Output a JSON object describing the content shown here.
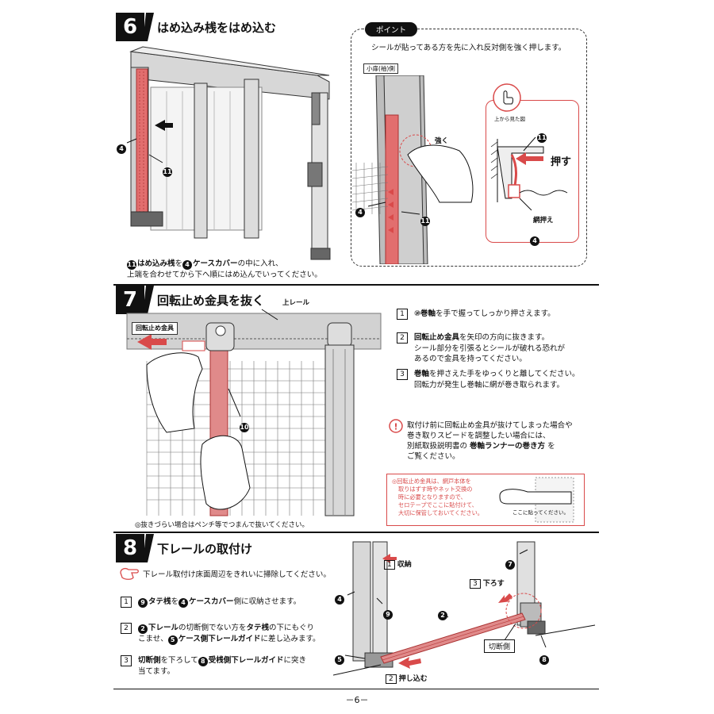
{
  "section6": {
    "number": "6",
    "title": "はめ込み桟をはめ込む",
    "caption_parts": [
      "はめ込み桟",
      "を",
      "ケースカバー",
      "の中に入れ、"
    ],
    "caption_line2": "上端を合わせてから下へ順にはめ込んでいってください。",
    "point": {
      "label": "ポイント",
      "instruction": "シールが貼ってある方を先に入れ反対側を強く押します。",
      "side_label": "小扉(袖)側",
      "strong_label": "強く",
      "top_view_label": "上から見た図",
      "push_label": "押す",
      "net_holder_label": "網押え"
    },
    "callouts": {
      "n4": "4",
      "n11": "11"
    }
  },
  "section7": {
    "number": "7",
    "title": "回転止め金具を抜く",
    "upper_rail_label": "上レール",
    "stopper_label": "回転止め金具",
    "steps": [
      {
        "num": "1",
        "parts": [
          "⑩",
          "巻軸",
          "を手で握ってしっかり押さえます。"
        ]
      },
      {
        "num": "2",
        "parts": [
          "回転止め金具",
          "を矢印の方向に抜きます。"
        ],
        "lines": [
          "シール部分を引張るとシールが破れる恐れが",
          "あるので金具を持ってください。"
        ]
      },
      {
        "num": "3",
        "parts": [
          "巻軸",
          "を押さえた手をゆっくりと離してください。"
        ],
        "lines": [
          "回転力が発生し巻軸に網が巻き取られます。"
        ]
      }
    ],
    "warning": {
      "line1": "取付け前に回転止め金具が抜けてしまった場合や",
      "line2": "巻き取りスピードを調整したい場合には、",
      "line3_parts": [
        "別紙取扱説明書の ",
        "巻軸ランナーの巻き方",
        " を"
      ],
      "line4": "ご覧ください。"
    },
    "note_box": {
      "lines": [
        "◎回転止め金具は、網戸本体を",
        "取りはずす時やネット交換の",
        "時に必要となりますので、",
        "セロテープでここに貼付けて、",
        "大切に保管しておいてください。"
      ],
      "tape_label": "ここに貼ってください。"
    },
    "bottom_note": "◎抜きづらい場合はペンチ等でつまんで抜いてください。",
    "callout_n10": "10"
  },
  "section8": {
    "number": "8",
    "title": "下レールの取付け",
    "tip": "下レール取付け床面周辺をきれいに掃除してください。",
    "steps": [
      {
        "num": "1",
        "parts": [
          "9",
          "タテ桟",
          "を",
          "4",
          "ケースカバー",
          "側に収納させます。"
        ]
      },
      {
        "num": "2",
        "line1_parts": [
          "2",
          "下レール",
          "の切断側でない方を",
          "タテ桟",
          "の下にもぐり"
        ],
        "line2_parts": [
          "こませ、",
          "5",
          "ケース側下レールガイド",
          "に差し込みます。"
        ]
      },
      {
        "num": "3",
        "line1_parts": [
          "切断側",
          "を下ろして",
          "8",
          "受桟側下レールガイド",
          "に突き"
        ],
        "line2": "当てます。"
      }
    ],
    "figure_labels": {
      "store": "収納",
      "lower": "下ろす",
      "push_in": "押し込む",
      "cut_side": "切断側",
      "s1": "1",
      "s2": "2",
      "s3": "3"
    },
    "callouts": {
      "n2": "2",
      "n4": "4",
      "n5": "5",
      "n7": "7",
      "n8": "8",
      "n9": "9"
    }
  },
  "page_number": "－6－",
  "colors": {
    "accent_red": "#d94a4a",
    "pink": "#e08a8a",
    "gray": "#9a9a9a",
    "dark": "#111111"
  }
}
